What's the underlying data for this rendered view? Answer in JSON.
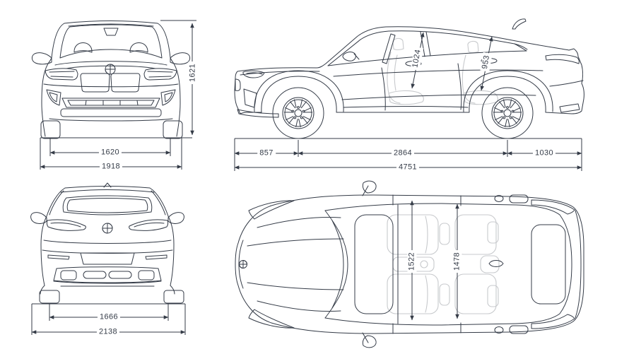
{
  "colors": {
    "line": "#343b47",
    "ghost": "#c7c9cc",
    "background": "#ffffff"
  },
  "views": {
    "front": {
      "dims": {
        "height": "1621",
        "track": "1620",
        "overall_width": "1918"
      }
    },
    "side": {
      "dims": {
        "front_headroom": "1024",
        "rear_headroom": "953",
        "front_overhang": "857",
        "wheelbase": "2864",
        "rear_overhang": "1030",
        "overall_length": "4751"
      }
    },
    "rear": {
      "dims": {
        "track": "1666",
        "width_incl_mirrors": "2138"
      }
    },
    "top": {
      "dims": {
        "front_interior_width": "1522",
        "rear_interior_width": "1478"
      }
    }
  }
}
